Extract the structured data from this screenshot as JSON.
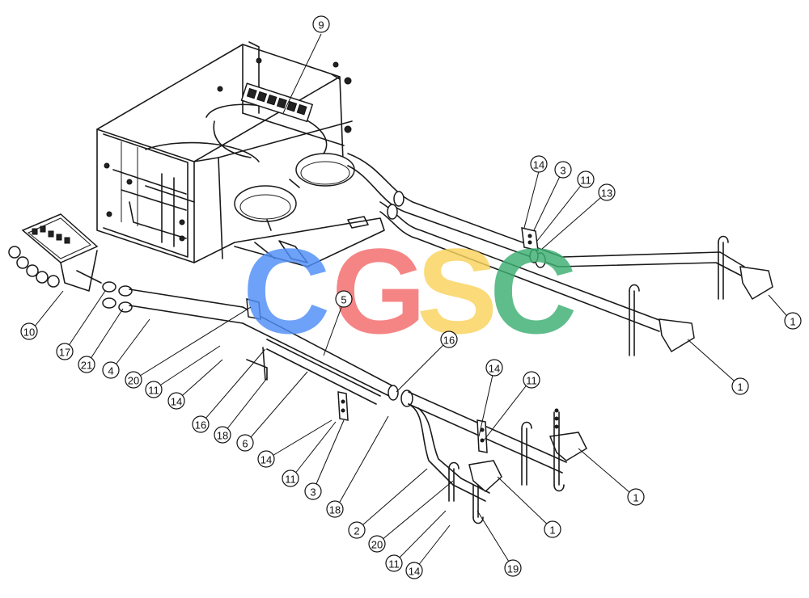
{
  "watermark": {
    "letters": [
      {
        "char": "C",
        "color": "#4f8ef7"
      },
      {
        "char": "G",
        "color": "#f36b6b"
      },
      {
        "char": "S",
        "color": "#f9d35c"
      },
      {
        "char": "C",
        "color": "#3daf72"
      }
    ]
  },
  "callouts": [
    {
      "label": "9"
    },
    {
      "label": "14"
    },
    {
      "label": "3"
    },
    {
      "label": "11"
    },
    {
      "label": "13"
    },
    {
      "label": "1"
    },
    {
      "label": "1"
    },
    {
      "label": "5"
    },
    {
      "label": "16"
    },
    {
      "label": "10"
    },
    {
      "label": "17"
    },
    {
      "label": "21"
    },
    {
      "label": "4"
    },
    {
      "label": "20"
    },
    {
      "label": "11"
    },
    {
      "label": "14"
    },
    {
      "label": "16"
    },
    {
      "label": "18"
    },
    {
      "label": "6"
    },
    {
      "label": "14"
    },
    {
      "label": "11"
    },
    {
      "label": "3"
    },
    {
      "label": "18"
    },
    {
      "label": "14"
    },
    {
      "label": "11"
    },
    {
      "label": "1"
    },
    {
      "label": "1"
    },
    {
      "label": "2"
    },
    {
      "label": "20"
    },
    {
      "label": "11"
    },
    {
      "label": "14"
    },
    {
      "label": "19"
    }
  ]
}
